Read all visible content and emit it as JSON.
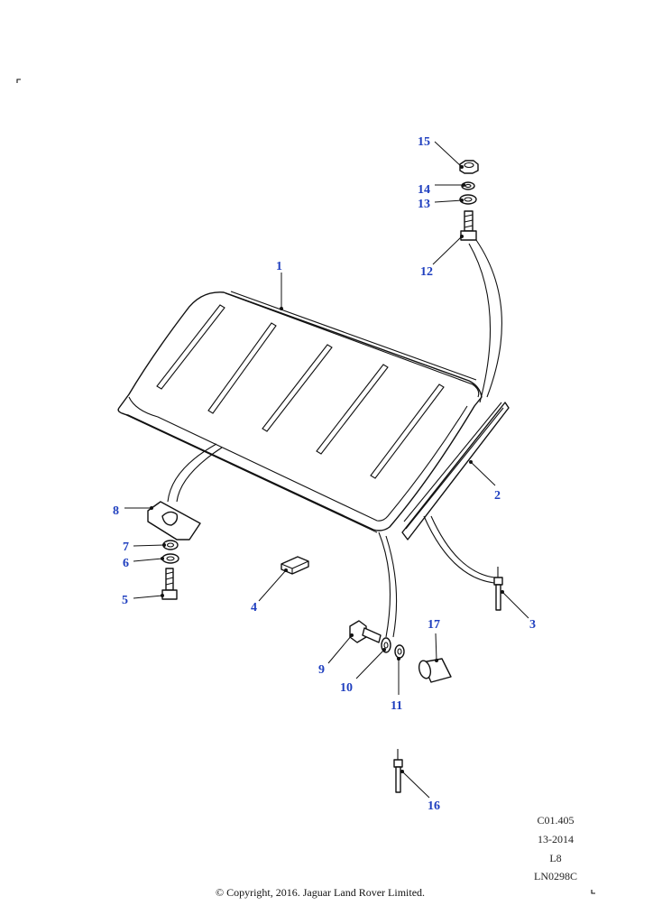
{
  "callouts": [
    {
      "id": "1",
      "label": "1"
    },
    {
      "id": "2",
      "label": "2"
    },
    {
      "id": "3",
      "label": "3"
    },
    {
      "id": "4",
      "label": "4"
    },
    {
      "id": "5",
      "label": "5"
    },
    {
      "id": "6",
      "label": "6"
    },
    {
      "id": "7",
      "label": "7"
    },
    {
      "id": "8",
      "label": "8"
    },
    {
      "id": "9",
      "label": "9"
    },
    {
      "id": "10",
      "label": "10"
    },
    {
      "id": "11",
      "label": "11"
    },
    {
      "id": "12",
      "label": "12"
    },
    {
      "id": "13",
      "label": "13"
    },
    {
      "id": "14",
      "label": "14"
    },
    {
      "id": "15",
      "label": "15"
    },
    {
      "id": "16",
      "label": "16"
    },
    {
      "id": "17",
      "label": "17"
    }
  ],
  "meta": {
    "ref": "C01.405",
    "date": "13-2014",
    "sheet": "L8",
    "drawing": "LN0298C"
  },
  "copyright": "© Copyright, 2016. Jaguar Land Rover Limited.",
  "colors": {
    "callout": "#1f3fbf",
    "line": "#111111"
  }
}
